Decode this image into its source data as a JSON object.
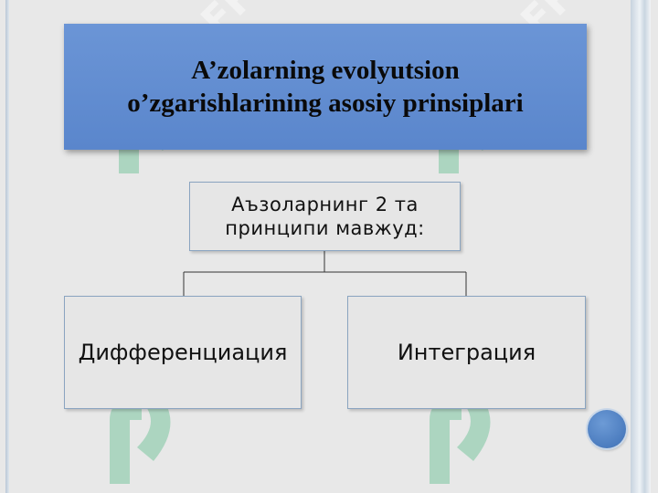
{
  "slide": {
    "title": "A’zolarning evolyutsion\no’zgarishlarining asosiy prinsiplari",
    "watermark_text": "SOFF"
  },
  "diagram": {
    "root": "Аъзоларнинг 2 та\nпринципи мавжуд:",
    "children": [
      "Дифференциация",
      "Интеграция"
    ]
  },
  "colors": {
    "background": "#e8e8e8",
    "title_fill": "#5f8ad0",
    "node_fill": "#e6e6e6",
    "node_border": "#8aa4c0",
    "accent_dot": "#4a7cc0"
  }
}
